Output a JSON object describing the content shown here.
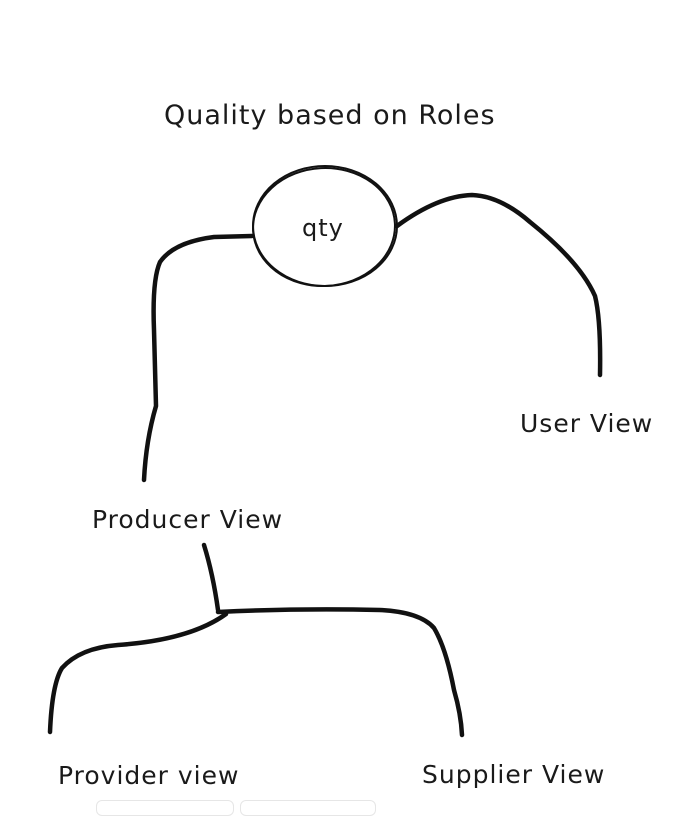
{
  "diagram": {
    "title": "Quality based on Roles",
    "root": "qty",
    "nodes": {
      "user_view": "User View",
      "producer_view": "Producer View",
      "provider_view": "Provider view",
      "supplier_view": "Supplier View"
    },
    "edges": [
      {
        "from": "qty",
        "to": "producer_view"
      },
      {
        "from": "qty",
        "to": "user_view"
      },
      {
        "from": "producer_view",
        "to": "provider_view"
      },
      {
        "from": "producer_view",
        "to": "supplier_view"
      }
    ],
    "stroke_color": "#111111",
    "background": "#ffffff"
  }
}
